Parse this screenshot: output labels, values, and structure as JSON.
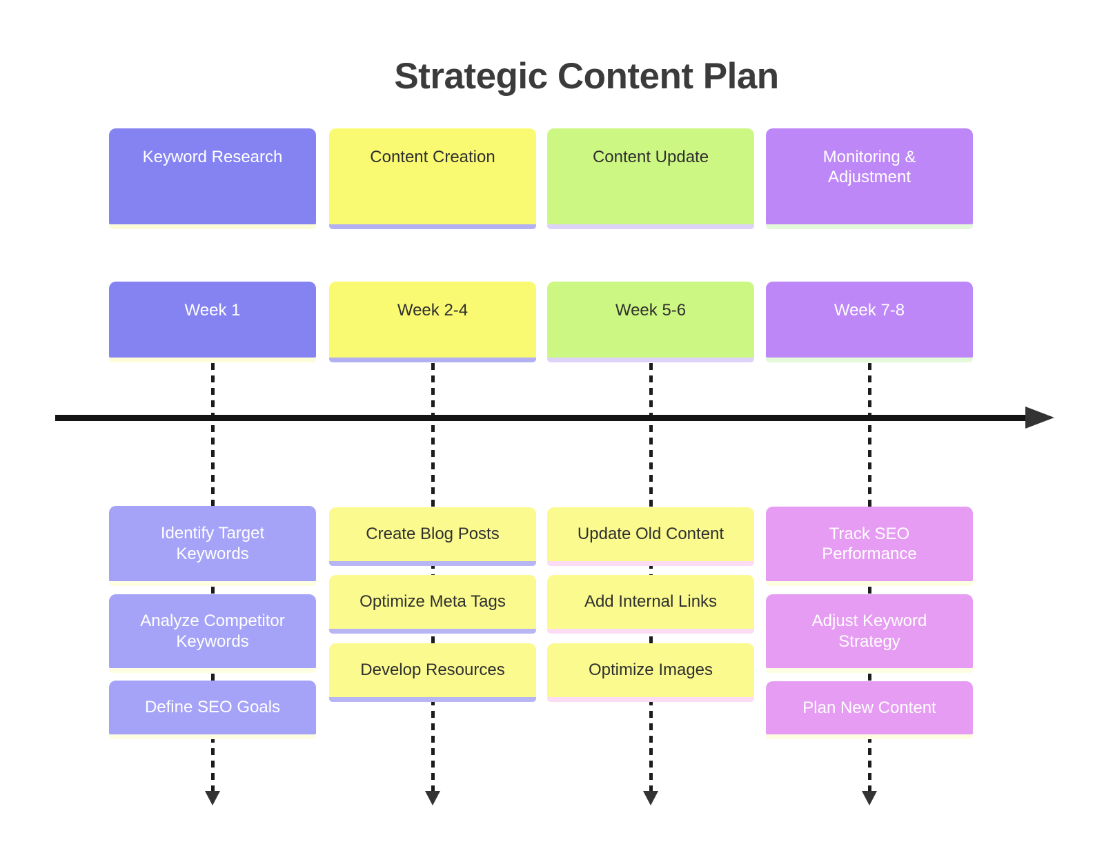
{
  "title": "Strategic Content Plan",
  "timeline": {
    "axis_color": "#141414",
    "arrowhead_color": "#333333",
    "connector_color": "#1c1c1c"
  },
  "columns": [
    {
      "phase": "Keyword Research",
      "week": "Week 1",
      "tasks": [
        "Identify Target Keywords",
        "Analyze Competitor Keywords",
        "Define SEO Goals"
      ],
      "colors": {
        "header": "#8583f2",
        "task": "#a5a3f7",
        "text": "#ffffff",
        "header_strip": "#fcfcd8",
        "task_strip": "#fdfde2"
      }
    },
    {
      "phase": "Content Creation",
      "week": "Week 2-4",
      "tasks": [
        "Create Blog Posts",
        "Optimize Meta Tags",
        "Develop Resources"
      ],
      "colors": {
        "header": "#fafa72",
        "task": "#fafa8e",
        "text": "#2f2f2f",
        "header_strip": "#b2b0f2",
        "task_strip": "#b7b5f3"
      }
    },
    {
      "phase": "Content Update",
      "week": "Week 5-6",
      "tasks": [
        "Update Old Content",
        "Add Internal Links",
        "Optimize Images"
      ],
      "colors": {
        "header": "#cdf783",
        "task": "#fafa8e",
        "text": "#2f2f2f",
        "header_strip": "#ddd3f8",
        "task_strip": "#fbdcf4"
      }
    },
    {
      "phase": "Monitoring & Adjustment",
      "week": "Week 7-8",
      "tasks": [
        "Track SEO Performance",
        "Adjust Keyword Strategy",
        "Plan New Content"
      ],
      "colors": {
        "header": "#bd87f7",
        "task": "#e69cf2",
        "text": "#ffffff",
        "header_strip": "#e4f8da",
        "task_strip": "#fdfde2"
      }
    }
  ]
}
